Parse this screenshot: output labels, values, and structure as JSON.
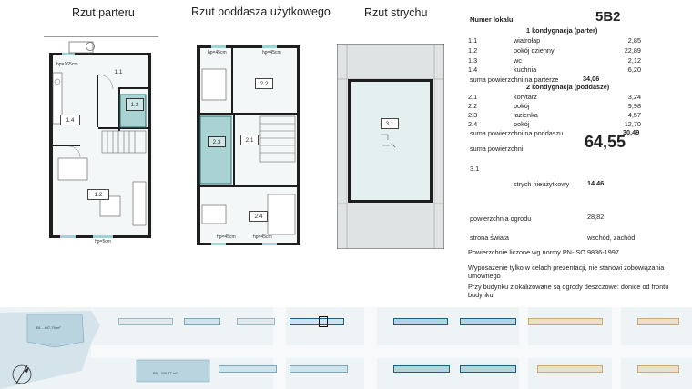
{
  "floor_titles": {
    "ground": "Rzut parteru",
    "attic": "Rzut poddasza użytkowego",
    "loft": "Rzut strychu"
  },
  "plan_labels": {
    "ground_rooms": [
      "1.1",
      "1.2",
      "1.3",
      "1.4"
    ],
    "attic_rooms": [
      "2.1",
      "2.2",
      "2.3",
      "2.4"
    ],
    "loft_rooms": [
      "3.1"
    ],
    "hp_ground": [
      "hp=165cm",
      "hp=5cm"
    ],
    "hp_attic": [
      "hp=45cm",
      "hp=45cm",
      "hp=45cm",
      "hp=45cm"
    ]
  },
  "unit_id": "5B2",
  "header_label": "Numer lokalu",
  "level1": {
    "title": "1 kondygnacja (parter)",
    "rooms": [
      {
        "no": "1.1",
        "name": "wiatrołap",
        "area": "2,85"
      },
      {
        "no": "1.2",
        "name": "pokój dzienny",
        "area": "22,89"
      },
      {
        "no": "1.3",
        "name": "wc",
        "area": "2,12"
      },
      {
        "no": "1.4",
        "name": "kuchnia",
        "area": "6,20"
      }
    ],
    "sum_label": "suma powierzchni na parterze",
    "sum_value": "34,06"
  },
  "level2": {
    "title": "2 kondygnacja (poddasze)",
    "rooms": [
      {
        "no": "2.1",
        "name": "korytarz",
        "area": "3,24"
      },
      {
        "no": "2.2",
        "name": "pokój",
        "area": "9,98"
      },
      {
        "no": "2.3",
        "name": "łazienka",
        "area": "4,57"
      },
      {
        "no": "2.4",
        "name": "pokój",
        "area": "12,70"
      }
    ],
    "sum_label": "suma powierzchni na poddaszu",
    "sum_value": "30,49"
  },
  "total": {
    "label": "suma powierzchni",
    "value": "64,55"
  },
  "loft": {
    "no": "3.1",
    "name": "strych nieużytkowy",
    "area": "14.46"
  },
  "garden": {
    "label": "powierzchnia ogrodu",
    "value": "28,82"
  },
  "orientation": {
    "label": "strona świata",
    "value": "wschód, zachód"
  },
  "notes": [
    "Powierzchnie liczone wg normy PN-ISO 9836-1997",
    "Wyposażenie tylko w celach prezentacji, nie stanowi zobowiązania umownego",
    "Przy budynku zlokalizowane są ogrody deszczowe: donice od frontu budynku"
  ],
  "site_plan": {
    "lot_labels": [
      "B1 - 447,79 m²",
      "B5 - 339,77 m²"
    ],
    "highlight_color": "#1d5f78",
    "accent_beige": "#c9ab7a",
    "accent_teal": "#4a8fa6"
  }
}
